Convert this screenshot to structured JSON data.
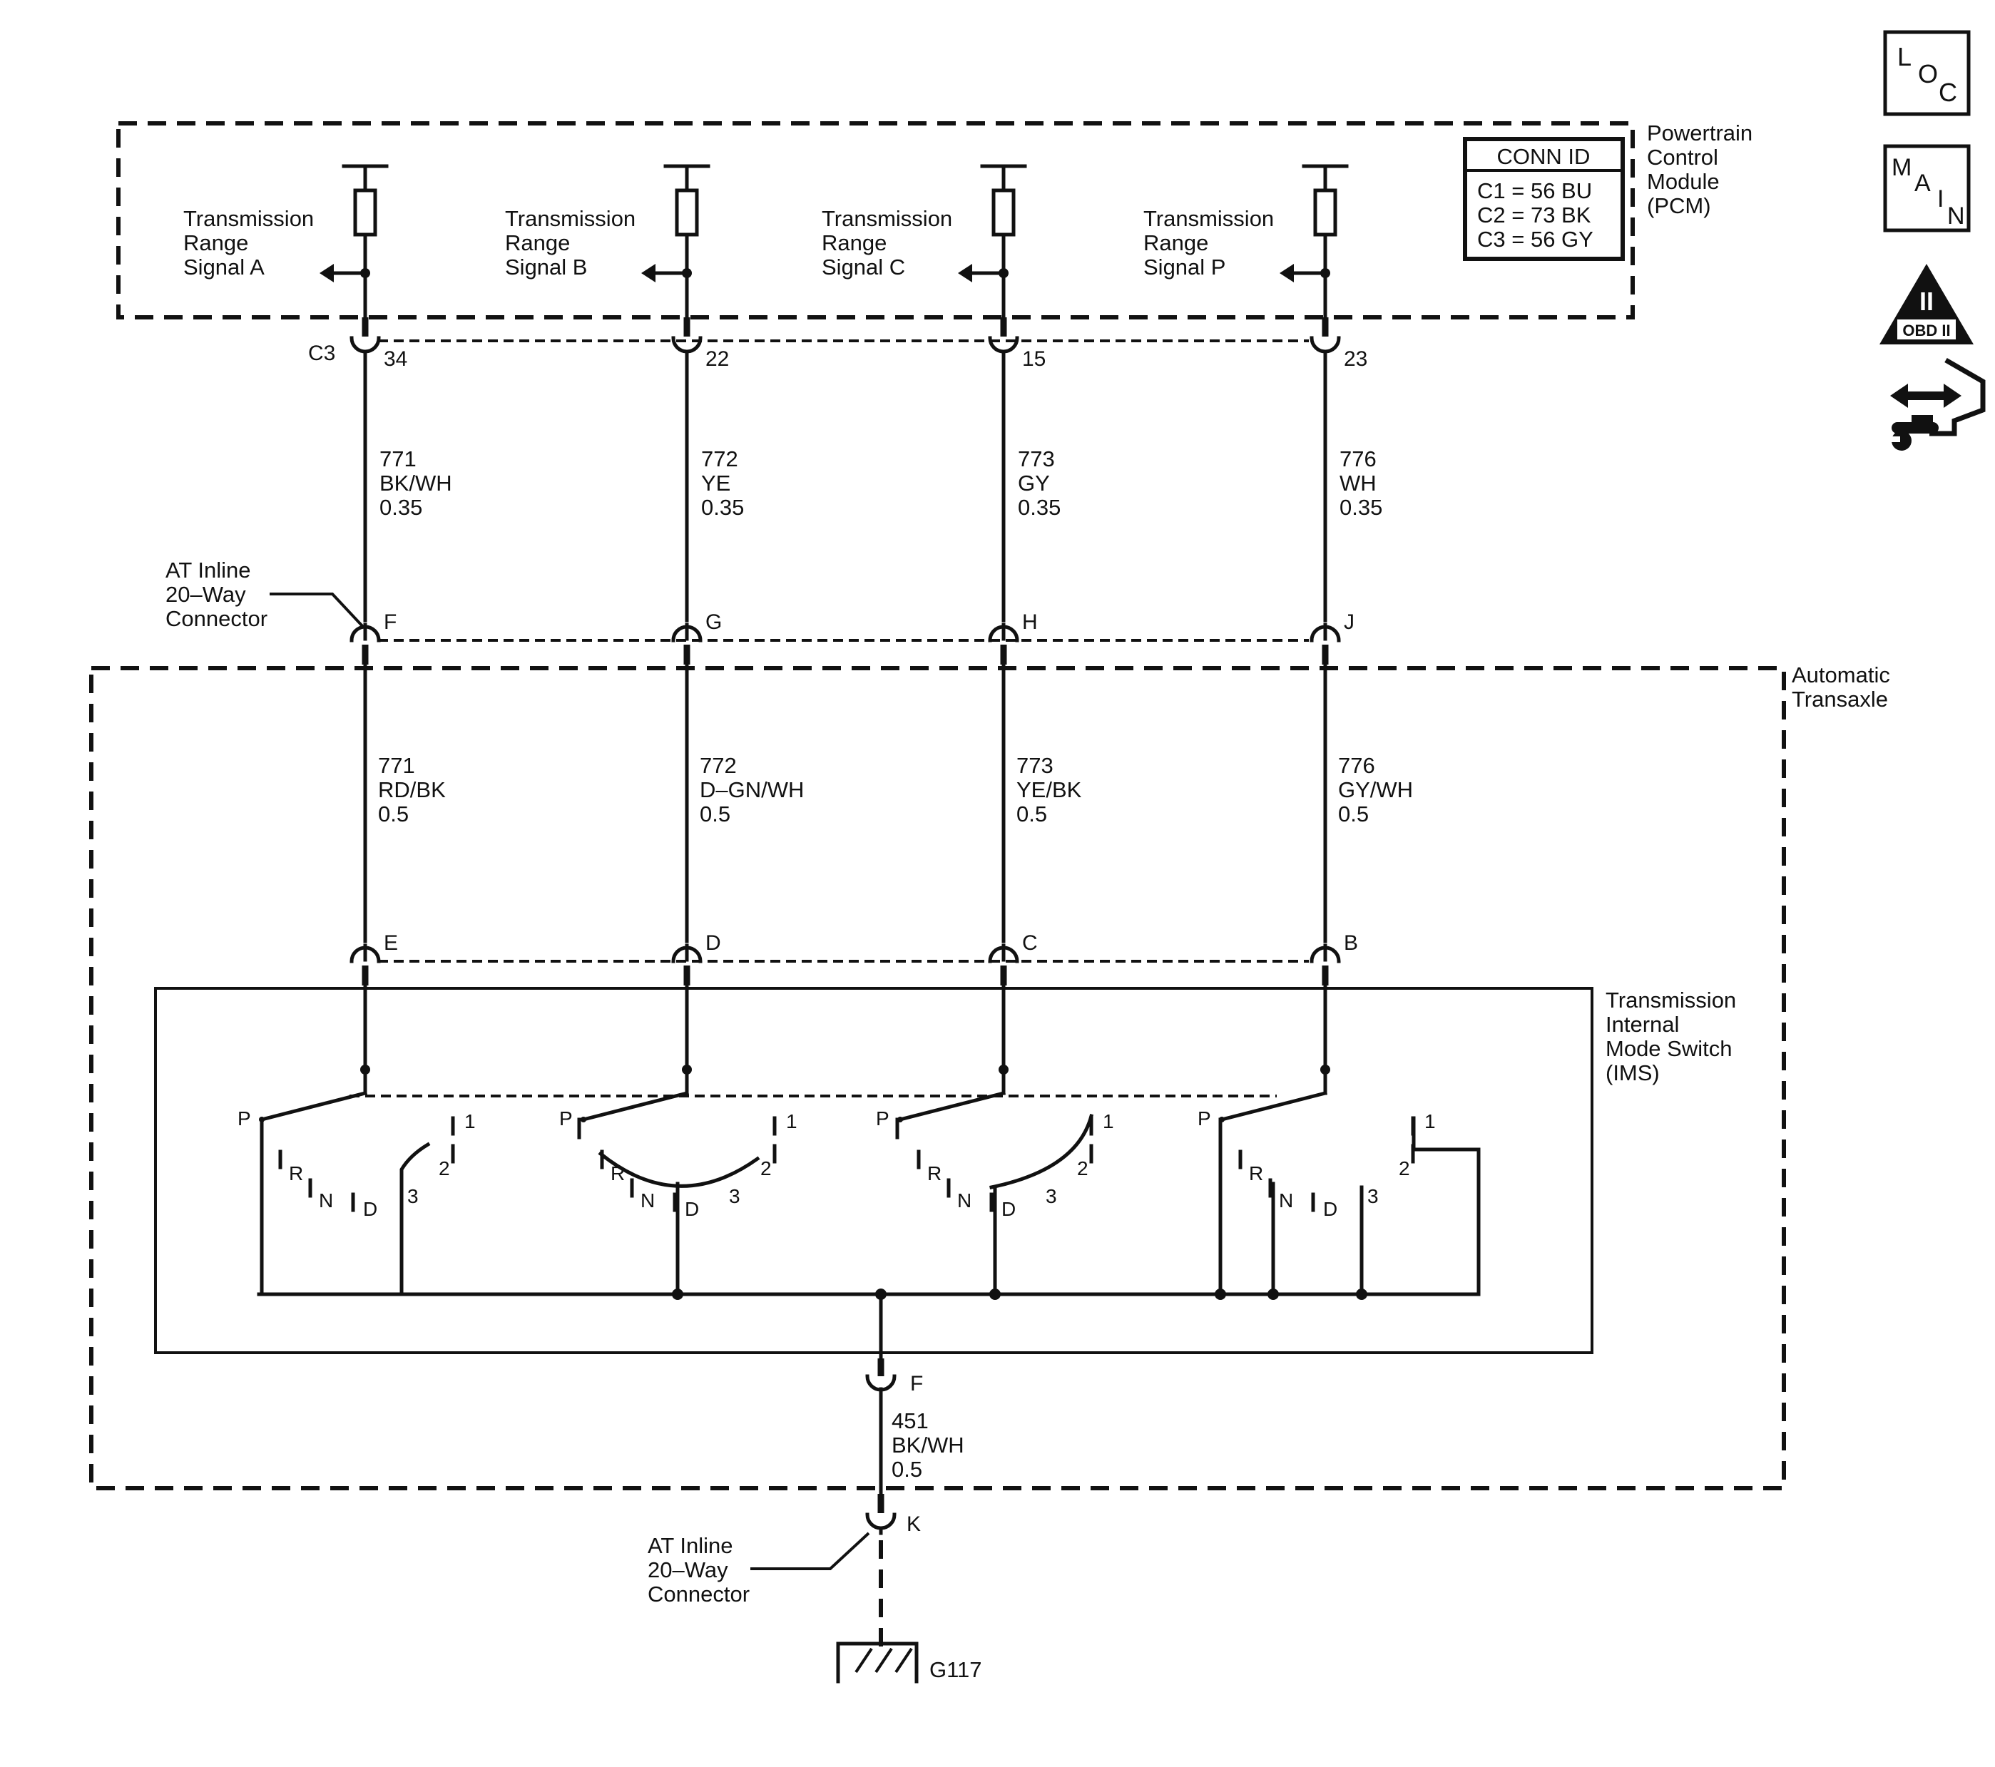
{
  "pcm": {
    "title_lines": [
      "Powertrain",
      "Control",
      "Module",
      "(PCM)"
    ],
    "connector": "C3",
    "conn_id": {
      "title": "CONN ID",
      "rows": [
        "C1 = 56 BU",
        "C2 = 73 BK",
        "C3 = 56 GY"
      ]
    }
  },
  "transaxle": {
    "title_lines": [
      "Automatic",
      "Transaxle"
    ]
  },
  "ims": {
    "title_lines": [
      "Transmission",
      "Internal",
      "Mode Switch",
      "(IMS)"
    ]
  },
  "inline_connector": {
    "label_lines": [
      "AT Inline",
      "20–Way",
      "Connector"
    ]
  },
  "circuits": [
    {
      "signal_lines": [
        "Transmission",
        "Range",
        "Signal A"
      ],
      "pcm_pin": "34",
      "upper_wire": [
        "771",
        "BK/WH",
        "0.35"
      ],
      "inline_pin": "F",
      "lower_wire": [
        "771",
        "RD/BK",
        "0.5"
      ],
      "ims_pin": "E"
    },
    {
      "signal_lines": [
        "Transmission",
        "Range",
        "Signal B"
      ],
      "pcm_pin": "22",
      "upper_wire": [
        "772",
        "YE",
        "0.35"
      ],
      "inline_pin": "G",
      "lower_wire": [
        "772",
        "D–GN/WH",
        "0.5"
      ],
      "ims_pin": "D"
    },
    {
      "signal_lines": [
        "Transmission",
        "Range",
        "Signal C"
      ],
      "pcm_pin": "15",
      "upper_wire": [
        "773",
        "GY",
        "0.35"
      ],
      "inline_pin": "H",
      "lower_wire": [
        "773",
        "YE/BK",
        "0.5"
      ],
      "ims_pin": "C"
    },
    {
      "signal_lines": [
        "Transmission",
        "Range",
        "Signal P"
      ],
      "pcm_pin": "23",
      "upper_wire": [
        "776",
        "WH",
        "0.35"
      ],
      "inline_pin": "J",
      "lower_wire": [
        "776",
        "GY/WH",
        "0.5"
      ],
      "ims_pin": "B"
    }
  ],
  "switch_positions": {
    "park": "P",
    "reverse": "R",
    "neutral": "N",
    "drive": "D",
    "third": "3",
    "second": "2",
    "first": "1"
  },
  "ground_circuit": {
    "ims_pin": "F",
    "wire": [
      "451",
      "BK/WH",
      "0.5"
    ],
    "inline_pin": "K",
    "ground": "G117"
  },
  "badges": {
    "loc": {
      "letters": [
        "L",
        "O",
        "C"
      ]
    },
    "main": {
      "letters": [
        "M",
        "A",
        "I",
        "N"
      ]
    },
    "obd": {
      "numeral": "II",
      "text": "OBD II"
    },
    "icons": [
      "loc-badge-icon",
      "main-badge-icon",
      "obd-ii-icon",
      "diagnostic-tool-icon"
    ]
  }
}
